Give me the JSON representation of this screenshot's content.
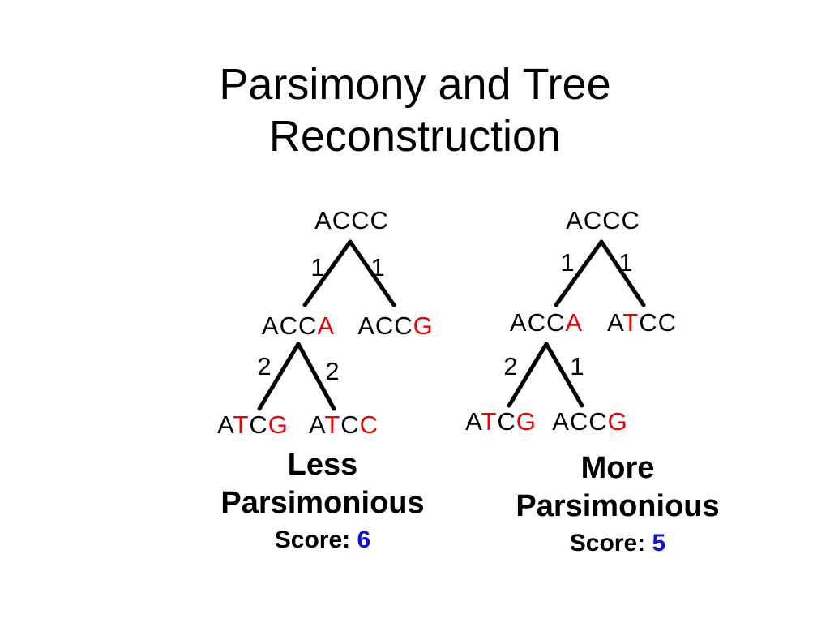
{
  "title": {
    "line1": "Parsimony and Tree",
    "line2": "Reconstruction"
  },
  "colors": {
    "same": "#000000",
    "changed": "#ee0000",
    "score": "#1010dd"
  },
  "trees": [
    {
      "root": {
        "chars": [
          "A",
          "C",
          "C",
          "C"
        ],
        "changed": [
          0,
          0,
          0,
          0
        ]
      },
      "mid": {
        "chars": [
          "A",
          "C",
          "C",
          "A"
        ],
        "changed": [
          0,
          0,
          0,
          1
        ]
      },
      "right": {
        "chars": [
          "A",
          "C",
          "C",
          "G"
        ],
        "changed": [
          0,
          0,
          0,
          1
        ]
      },
      "leaf1": {
        "chars": [
          "A",
          "T",
          "C",
          "G"
        ],
        "changed": [
          0,
          1,
          0,
          1
        ]
      },
      "leaf2": {
        "chars": [
          "A",
          "T",
          "C",
          "C"
        ],
        "changed": [
          0,
          1,
          0,
          1
        ]
      },
      "edges": {
        "root_mid": "1",
        "root_right": "1",
        "mid_leaf1": "2",
        "mid_leaf2": "2"
      },
      "verdict": {
        "line1": "Less",
        "line2": "Parsimonious",
        "score_label": "Score:",
        "score_value": "6"
      }
    },
    {
      "root": {
        "chars": [
          "A",
          "C",
          "C",
          "C"
        ],
        "changed": [
          0,
          0,
          0,
          0
        ]
      },
      "mid": {
        "chars": [
          "A",
          "C",
          "C",
          "A"
        ],
        "changed": [
          0,
          0,
          0,
          1
        ]
      },
      "right": {
        "chars": [
          "A",
          "T",
          "C",
          "C"
        ],
        "changed": [
          0,
          1,
          0,
          0
        ]
      },
      "leaf1": {
        "chars": [
          "A",
          "T",
          "C",
          "G"
        ],
        "changed": [
          0,
          1,
          0,
          1
        ]
      },
      "leaf2": {
        "chars": [
          "A",
          "C",
          "C",
          "G"
        ],
        "changed": [
          0,
          0,
          0,
          1
        ]
      },
      "edges": {
        "root_mid": "1",
        "root_right": "1",
        "mid_leaf1": "2",
        "mid_leaf2": "1"
      },
      "verdict": {
        "line1": "More",
        "line2": "Parsimonious",
        "score_label": "Score:",
        "score_value": "5"
      }
    }
  ]
}
